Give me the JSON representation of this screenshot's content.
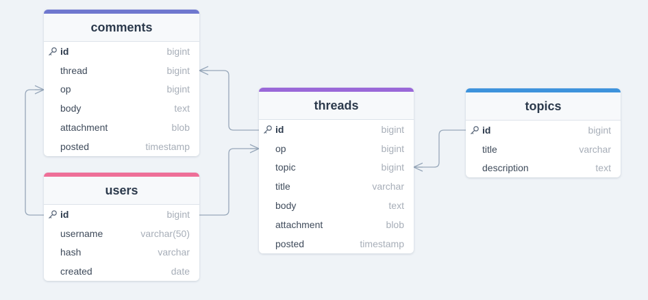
{
  "colors": {
    "background": "#eff3f7",
    "link": "#96a6b9",
    "comments": "#6f78cf",
    "users": "#ee6f98",
    "threads": "#9a68d8",
    "topics": "#3e93dc"
  },
  "icons": {
    "primary_key": "key-icon"
  },
  "tables": {
    "comments": {
      "name": "comments",
      "fields": [
        {
          "name": "id",
          "type": "bigint"
        },
        {
          "name": "thread",
          "type": "bigint"
        },
        {
          "name": "op",
          "type": "bigint"
        },
        {
          "name": "body",
          "type": "text"
        },
        {
          "name": "attachment",
          "type": "blob"
        },
        {
          "name": "posted",
          "type": "timestamp"
        }
      ]
    },
    "users": {
      "name": "users",
      "fields": [
        {
          "name": "id",
          "type": "bigint"
        },
        {
          "name": "username",
          "type": "varchar(50)"
        },
        {
          "name": "hash",
          "type": "varchar"
        },
        {
          "name": "created",
          "type": "date"
        }
      ]
    },
    "threads": {
      "name": "threads",
      "fields": [
        {
          "name": "id",
          "type": "bigint"
        },
        {
          "name": "op",
          "type": "bigint"
        },
        {
          "name": "topic",
          "type": "bigint"
        },
        {
          "name": "title",
          "type": "varchar"
        },
        {
          "name": "body",
          "type": "text"
        },
        {
          "name": "attachment",
          "type": "blob"
        },
        {
          "name": "posted",
          "type": "timestamp"
        }
      ]
    },
    "topics": {
      "name": "topics",
      "fields": [
        {
          "name": "id",
          "type": "bigint"
        },
        {
          "name": "title",
          "type": "varchar"
        },
        {
          "name": "description",
          "type": "text"
        }
      ]
    }
  }
}
